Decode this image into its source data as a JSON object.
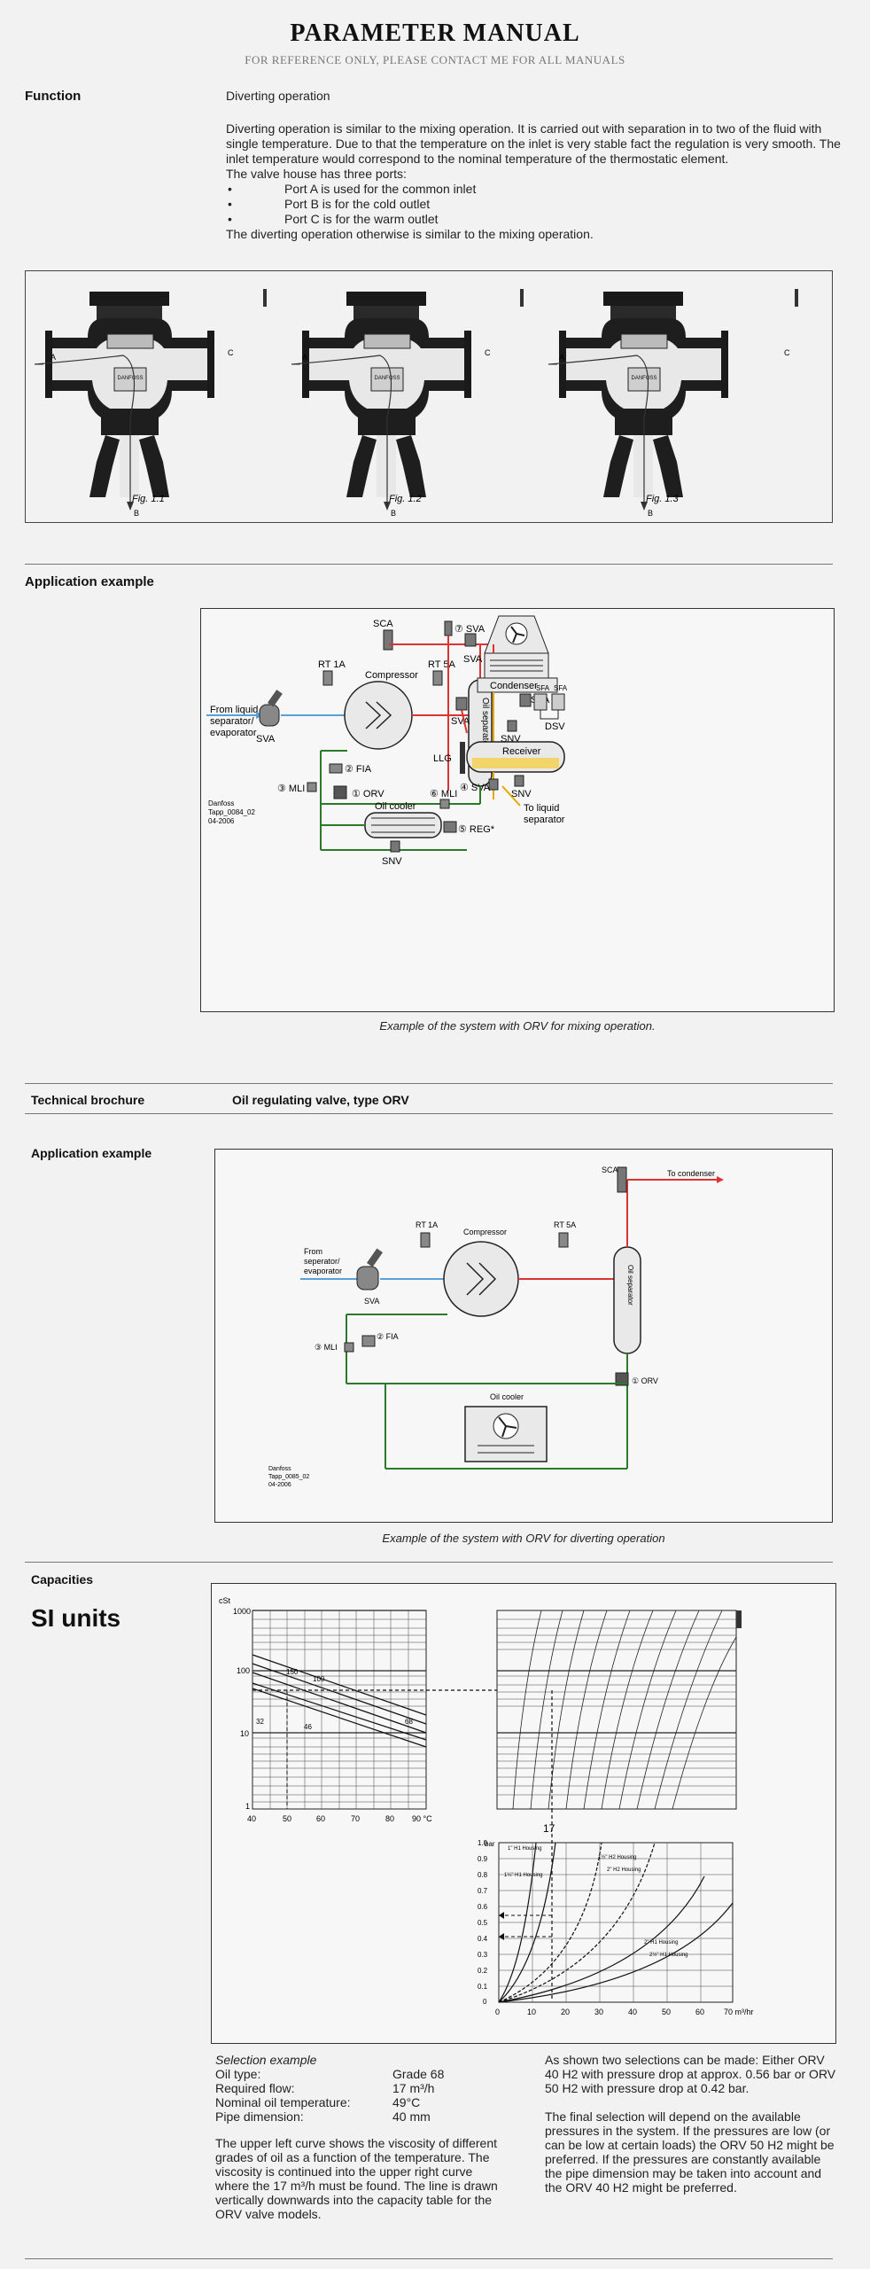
{
  "header": {
    "title": "PARAMETER MANUAL",
    "subtitle": "FOR REFERENCE ONLY, PLEASE CONTACT ME FOR ALL MANUALS"
  },
  "function_section": {
    "label": "Function",
    "heading": "Diverting operation",
    "paragraph": "Diverting operation is similar to the mixing operation. It is carried out with separation in to two of the fluid with single temperature. Due to that the temperature on the inlet is very stable fact the regulation is very smooth. The inlet temperature would correspond to the nominal temperature of the thermostatic element.",
    "ports_intro": "The valve house has three ports:",
    "ports": [
      "Port A is used for the common inlet",
      "Port B is for the cold outlet",
      "Port C is for the warm outlet"
    ],
    "closing": "The diverting operation otherwise is similar to the mixing operation."
  },
  "valve_figures": {
    "figures": [
      "Fig. 1.1",
      "Fig. 1.2",
      "Fig. 1.3"
    ],
    "port_a": "A",
    "port_b": "B",
    "port_c": "C",
    "brand": "DANFOSS"
  },
  "application_1": {
    "label": "Application example",
    "caption": "Example of the system with ORV for mixing operation.",
    "labels": {
      "from_liquid": [
        "From liquid",
        "separator/",
        "evaporator"
      ],
      "sva": "SVA",
      "rt1a": "RT 1A",
      "rt5a": "RT 5A",
      "compressor": "Compressor",
      "sca": "SCA",
      "sva7": "⑦ SVA",
      "condenser": "Condenser",
      "oil_separator": "Oil separator",
      "fia": "② FIA",
      "mli3": "③ MLI",
      "orv1": "① ORV",
      "oil_cooler": "Oil cooler",
      "mli6": "⑥ MLI",
      "reg5": "⑤ REG*",
      "snv": "SNV",
      "llg": "LLG",
      "receiver": "Receiver",
      "sva4": "④ SVA",
      "dsv": "DSV",
      "sfa": "SFA",
      "to_liquid": [
        "To liquid",
        "separator"
      ],
      "danfoss": [
        "Danfoss",
        "Tapp_0084_02",
        "04-2006"
      ]
    }
  },
  "brochure": {
    "label": "Technical brochure",
    "title": "Oil regulating valve, type ORV"
  },
  "application_2": {
    "label": "Application example",
    "caption": "Example of the system with ORV for diverting operation",
    "labels": {
      "from": [
        "From",
        "seperator/",
        "evaporator"
      ],
      "sva": "SVA",
      "rt1a": "RT 1A",
      "rt5a": "RT 5A",
      "compressor": "Compressor",
      "sca": "SCA",
      "to_condenser": "To condenser",
      "oil_separator": "Oil separator",
      "fia": "② FIA",
      "mli": "③ MLI",
      "orv": "① ORV",
      "oil_cooler": "Oil cooler",
      "danfoss": [
        "Danfoss",
        "Tapp_0085_02",
        "04-2006"
      ]
    }
  },
  "capacities": {
    "label": "Capacities",
    "units_title": "SI units",
    "viscosity_chart": {
      "ylabel": "cSt",
      "yticks": [
        "1000",
        "100",
        "10",
        "1"
      ],
      "xticks": [
        "40",
        "50",
        "60",
        "70",
        "80",
        "90 °C"
      ],
      "curve_labels": [
        "150",
        "100",
        "32",
        "46",
        "68"
      ]
    },
    "marker_17": "17",
    "capacity_chart": {
      "ylabel": "bar",
      "yticks": [
        "1.0",
        "0.9",
        "0.8",
        "0.7",
        "0.6",
        "0.5",
        "0.4",
        "0.3",
        "0.2",
        "0.1",
        "0"
      ],
      "xticks": [
        "0",
        "10",
        "20",
        "30",
        "40",
        "50",
        "60",
        "70 m³/hr"
      ],
      "curve_labels": [
        "1\" H1 Housing",
        "1¼\" H1 Housing",
        "1½\" H2 Housing",
        "2\" H2 Housing",
        "2\" H1 Housing",
        "2½\" H1 Housing"
      ]
    },
    "selection": {
      "heading": "Selection example",
      "rows": [
        {
          "k": "Oil type:",
          "v": "Grade 68"
        },
        {
          "k": "Required flow:",
          "v": "17 m³/h"
        },
        {
          "k": "Nominal oil temperature:",
          "v": "49°C"
        },
        {
          "k": "Pipe dimension:",
          "v": "40 mm"
        }
      ],
      "left_para": "The upper left curve shows the viscosity of different grades of oil as a function of the temperature. The viscosity is continued into the upper right curve where the 17 m³/h must be found. The line is drawn vertically downwards into the capacity table for the ORV valve models.",
      "right_para1": "As shown two selections can be made: Either ORV 40 H2 with pressure drop at approx. 0.56 bar or ORV 50 H2 with pressure drop at 0.42 bar.",
      "right_para2": "The final selection will depend on the available pressures in the system. If the pressures are low (or can be low at certain loads) the ORV 50 H2 might be preferred. If the pressures are constantly available the pipe dimension may be taken into account and the ORV 40 H2 might be preferred."
    }
  }
}
